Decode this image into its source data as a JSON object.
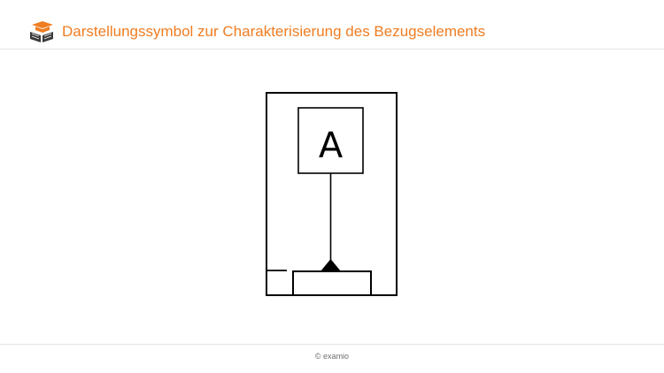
{
  "header": {
    "title": "Darstellungssymbol zur Charakterisierung des Bezugselements",
    "logo_icon": "open-book-graduation-cap-icon",
    "accent_color": "#ef7d22"
  },
  "diagram": {
    "reference_letter": "A",
    "symbol_parts": [
      "outer-frame",
      "datum-letter-box",
      "leader-line",
      "filled-datum-triangle",
      "datum-base-box",
      "corner-tick"
    ]
  },
  "footer": {
    "copyright": "© examio"
  }
}
